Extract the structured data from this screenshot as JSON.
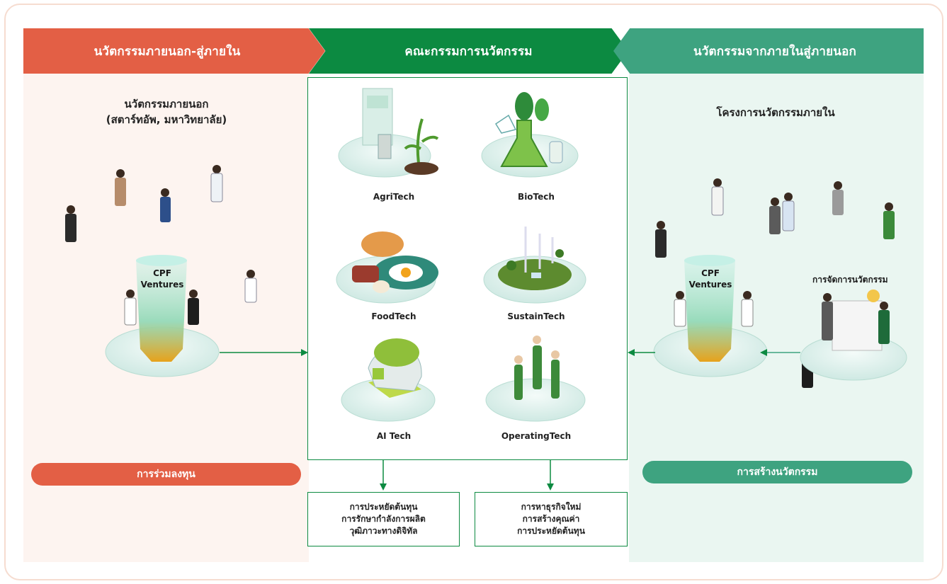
{
  "header": {
    "left": "นวัตกรรมภายนอก-สู่ภายใน",
    "center": "คณะกรรมการนวัตกรรม",
    "right": "นวัตกรรมจากภายในสู่ภายนอก"
  },
  "left_panel": {
    "title_line1": "นวัตกรรมภายนอก",
    "title_line2": "(สตาร์ทอัพ, มหาวิทยาลัย)",
    "cpf_line1": "CPF",
    "cpf_line2": "Ventures",
    "pill": "การร่วมลงทุน"
  },
  "right_panel": {
    "title": "โครงการนวัตกรรมภายใน",
    "cpf_line1": "CPF",
    "cpf_line2": "Ventures",
    "management_label": "การจัดการนวัตกรรม",
    "pill": "การสร้างนวัตกรรม"
  },
  "techs": [
    "AgriTech",
    "BioTech",
    "FoodTech",
    "SustainTech",
    "AI Tech",
    "OperatingTech"
  ],
  "outputs": {
    "box1": [
      "การประหยัดต้นทุน",
      "การรักษากำลังการผลิต",
      "วุฒิภาวะทางดิจิทัล"
    ],
    "box2": [
      "การหาธุรกิจใหม่",
      "การสร้างคุณค่า",
      "การประหยัดต้นทุน"
    ]
  },
  "colors": {
    "left": "#e35f45",
    "center": "#0c8a41",
    "right": "#3ea380",
    "left_bg": "#fdf4f0",
    "right_bg": "#eaf6f1"
  }
}
